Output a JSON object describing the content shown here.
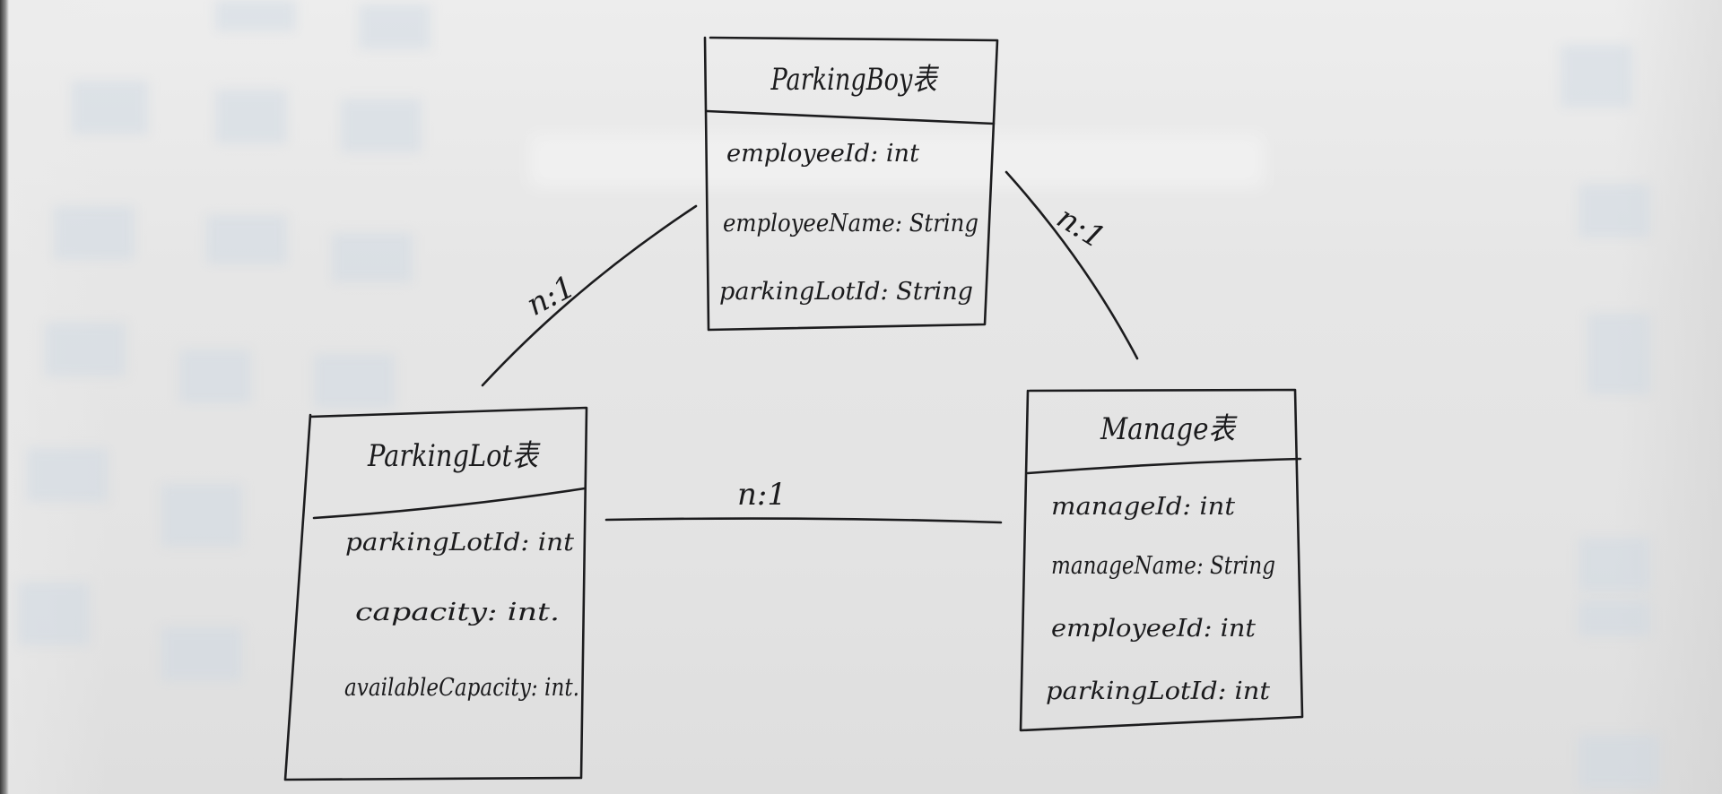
{
  "tables": [
    {
      "id": "parkingboy",
      "title": "ParkingBoy表",
      "fields": [
        "employeeId: int",
        "employeeName: String",
        "parkingLotId: String"
      ]
    },
    {
      "id": "parkinglot",
      "title": "ParkingLot表",
      "fields": [
        "parkingLotId: int",
        "capacity: int.",
        "availableCapacity: int."
      ]
    },
    {
      "id": "manage",
      "title": "Manage表",
      "fields": [
        "manageId: int",
        "manageName: String",
        "employeeId: int",
        "parkingLotId: int"
      ]
    }
  ],
  "relationships": [
    {
      "from": "parkinglot",
      "to": "parkingboy",
      "label": "n:1"
    },
    {
      "from": "parkingboy",
      "to": "manage",
      "label": "n:1"
    },
    {
      "from": "parkinglot",
      "to": "manage",
      "label": "n:1"
    }
  ]
}
